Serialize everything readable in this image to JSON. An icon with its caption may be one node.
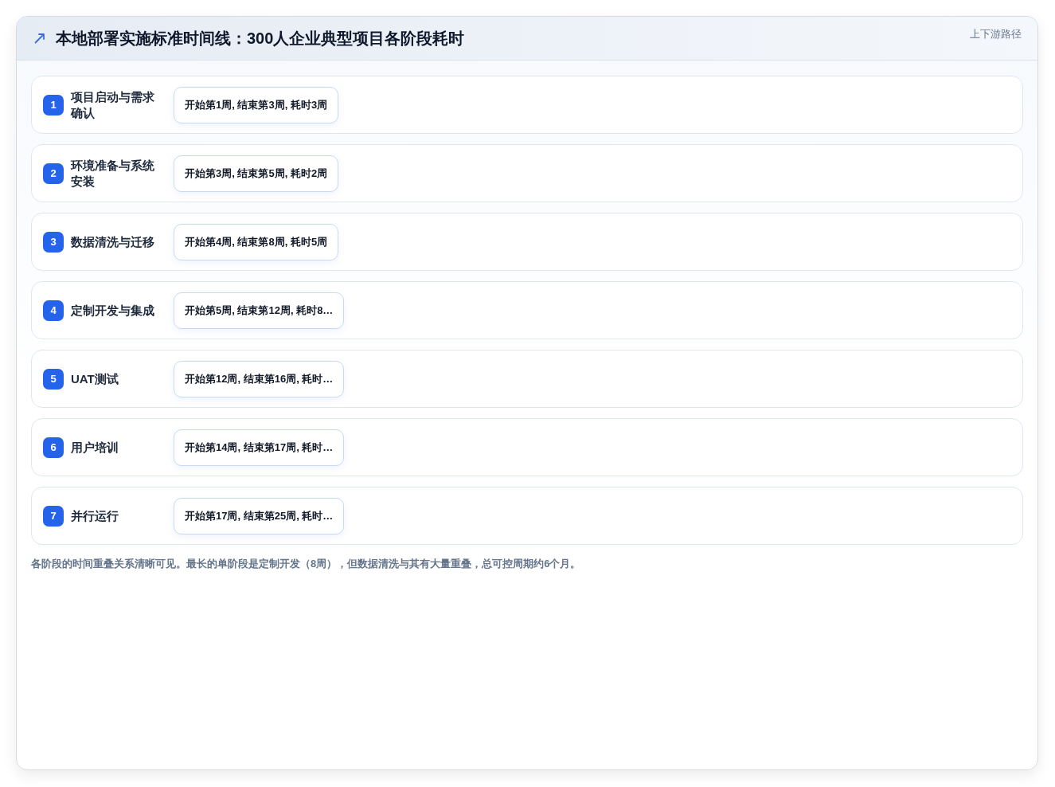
{
  "diagram": {
    "title": "本地部署实施标准时间线：300人企业典型项目各阶段耗时",
    "nodes": [
      {
        "text": [
          "项目启动与需求确认"
        ]
      },
      {
        "text": [
          "1"
        ],
        "in": 0
      },
      {
        "text": [
          "开始第1周, 结束第3周, 耗时3周"
        ],
        "in": 0
      },
      {
        "text": [
          "环境准备与系统安装"
        ]
      },
      {
        "text": [
          "2"
        ],
        "in": 3
      },
      {
        "text": [
          "开始第3周, 结束第5周, 耗时2周"
        ],
        "in": 3
      },
      {
        "text": [
          "数据清洗与迁移"
        ]
      },
      {
        "text": [
          "3"
        ],
        "in": 6
      },
      {
        "text": [
          "开始第4周, 结束第8周, 耗时5周"
        ],
        "in": 6
      },
      {
        "text": [
          "定制开发与集成"
        ]
      },
      {
        "text": [
          "4"
        ],
        "in": 9
      },
      {
        "text": [
          "开始第5周, 结束第12周, 耗时8…"
        ],
        "in": 9
      },
      {
        "text": [
          "UAT测试"
        ]
      },
      {
        "text": [
          "5"
        ],
        "in": 12
      },
      {
        "text": [
          "开始第12周, 结束第16周, 耗时…"
        ],
        "in": 12
      },
      {
        "text": [
          "用户培训"
        ]
      },
      {
        "text": [
          "6"
        ],
        "in": 15
      },
      {
        "text": [
          "开始第14周, 结束第17周, 耗时…"
        ],
        "in": 15
      },
      {
        "text": [
          "并行运行"
        ]
      },
      {
        "text": [
          "7"
        ],
        "in": 18
      },
      {
        "text": [
          "开始第17周, 结束第25周, 耗时…"
        ],
        "in": 18
      }
    ],
    "labels": [
      "上下游路径"
    ],
    "caption": "各阶段的时间重叠关系清晰可见。最长的单阶段是定制开发（8周），但数据清洗与其有大量重叠，总可控周期约6个月。"
  }
}
